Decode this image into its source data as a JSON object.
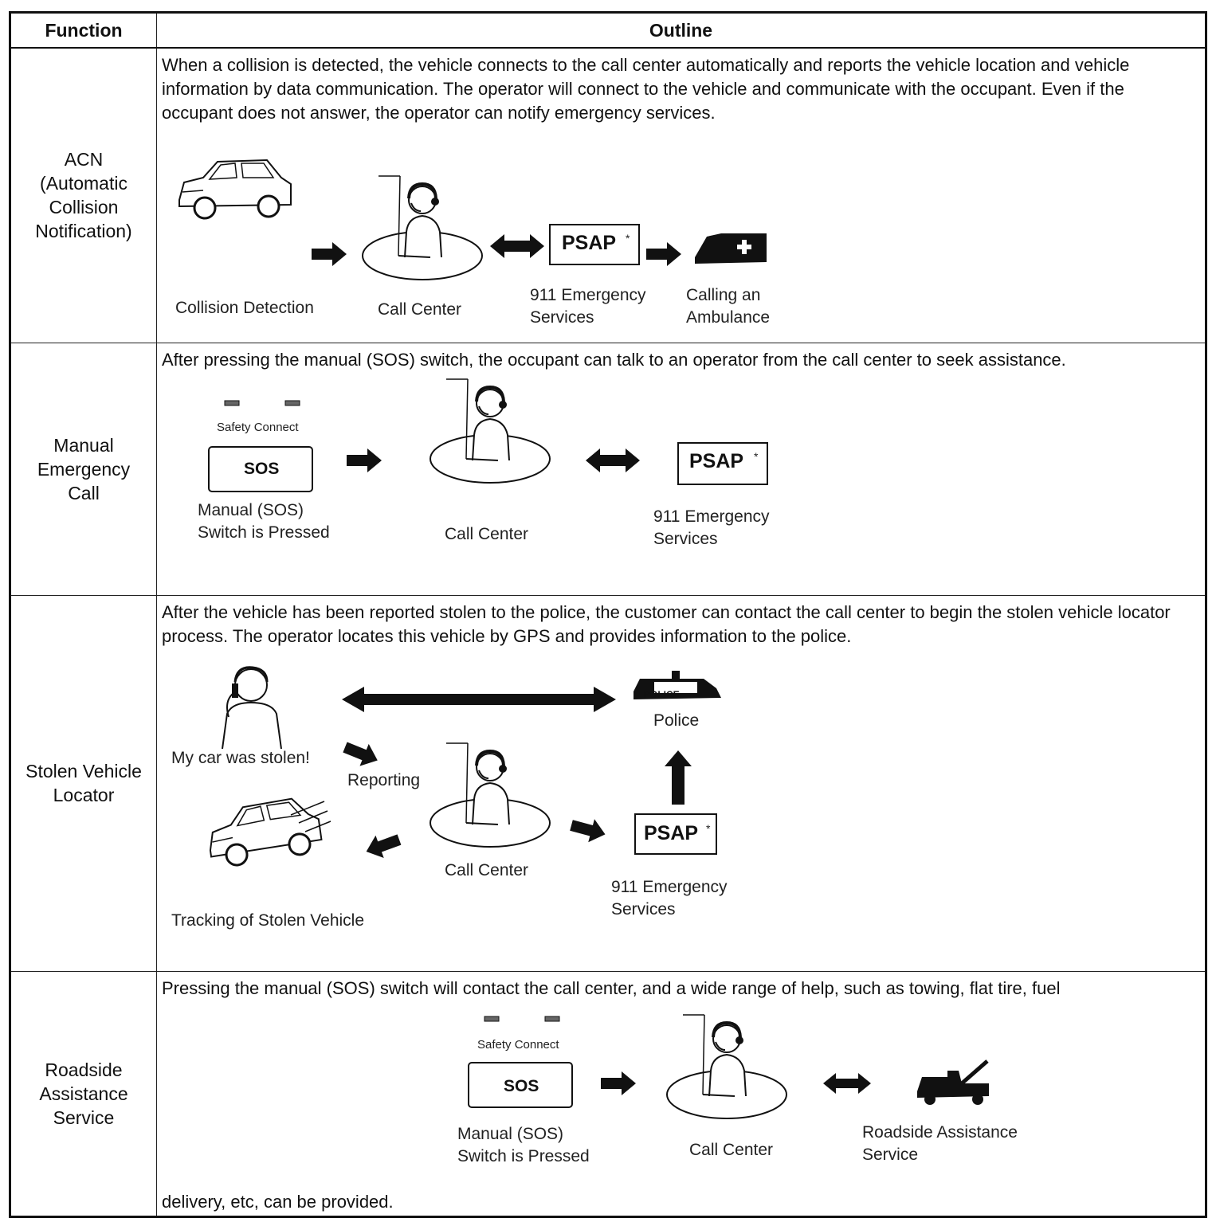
{
  "table": {
    "headers": {
      "function": "Function",
      "outline": "Outline"
    },
    "rows": [
      {
        "function": "ACN\n(Automatic\nCollision\nNotification)",
        "description": "When a collision is detected, the vehicle connects to the call center automatically and reports the vehicle location and vehicle information by data communication. The operator will connect to the vehicle and communicate with the occupant. Even if the occupant does not answer, the operator can notify emergency services.",
        "labels": {
          "collision": "Collision Detection",
          "call_center": "Call Center",
          "psap": "PSAP",
          "psap_star": "*",
          "psap_caption": "911 Emergency\nServices",
          "ambulance": "Calling an\nAmbulance"
        }
      },
      {
        "function": "Manual\nEmergency\nCall",
        "description": "After pressing the manual (SOS) switch, the occupant can talk to an operator from the call center to seek assistance.",
        "labels": {
          "safety_connect": "Safety Connect",
          "sos": "SOS",
          "switch_caption": "Manual (SOS)\nSwitch is Pressed",
          "call_center": "Call Center",
          "psap": "PSAP",
          "psap_star": "*",
          "psap_caption": "911 Emergency\nServices"
        }
      },
      {
        "function": "Stolen Vehicle\nLocator",
        "description": "After the vehicle has been reported stolen to the police, the customer can contact the call center to begin the stolen vehicle locator process. The operator locates this vehicle by GPS and provides information to the police.",
        "labels": {
          "stolen": "My car was stolen!",
          "police_sign": "POLICE",
          "police": "Police",
          "reporting": "Reporting",
          "call_center": "Call Center",
          "psap": "PSAP",
          "psap_star": "*",
          "psap_caption": "911 Emergency\nServices",
          "tracking": "Tracking of Stolen Vehicle"
        }
      },
      {
        "function": "Roadside\nAssistance\nService",
        "description": "Pressing the manual (SOS) switch will contact the call center, and a wide range of help, such as towing, flat tire, fuel",
        "description_tail": "delivery, etc, can be provided.",
        "labels": {
          "safety_connect": "Safety Connect",
          "sos": "SOS",
          "switch_caption": "Manual (SOS)\nSwitch is Pressed",
          "call_center": "Call Center",
          "roadside": "Roadside Assistance\nService"
        }
      }
    ]
  }
}
